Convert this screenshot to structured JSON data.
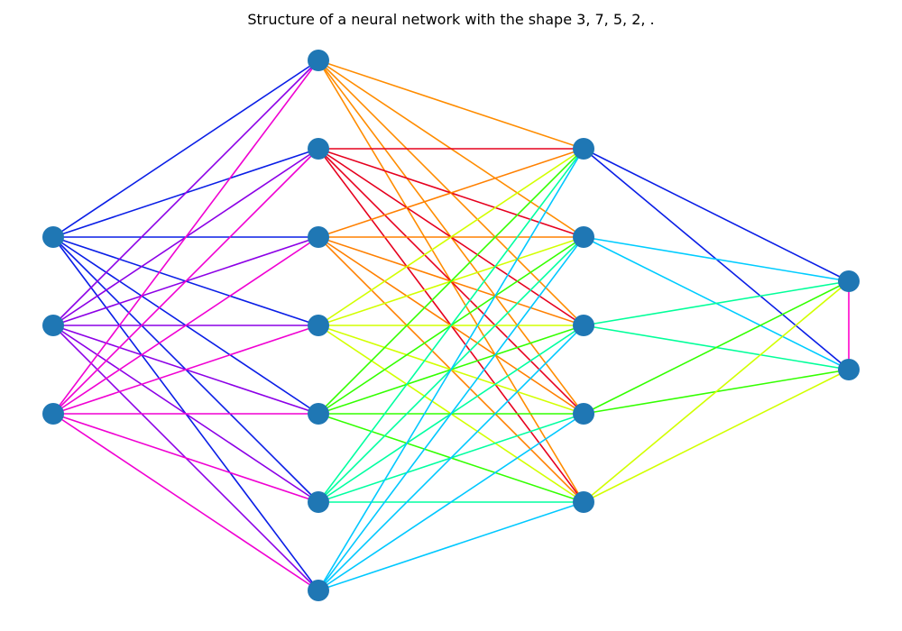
{
  "title": "Structure of a neural network with the shape 3, 7, 5, 2, .",
  "network": {
    "layer_sizes": [
      3,
      7,
      5,
      2
    ],
    "node_color": "#1f77b4",
    "edge_colors": {
      "0-0": "#0a1ee6",
      "0-1": "#8c00e6",
      "0-2": "#f000d2",
      "1-0": "#ff8c00",
      "1-1": "#e6001e",
      "1-2": "#ff8000",
      "1-3": "#d2ff00",
      "1-4": "#33ff00",
      "1-5": "#00ffa0",
      "1-6": "#00c8ff",
      "2-0": "#0a1ee6",
      "2-1": "#00ccff",
      "2-2": "#00ff99",
      "2-3": "#33ff00",
      "2-4": "#d2ff00",
      "3-0": "#ff00cc"
    }
  }
}
